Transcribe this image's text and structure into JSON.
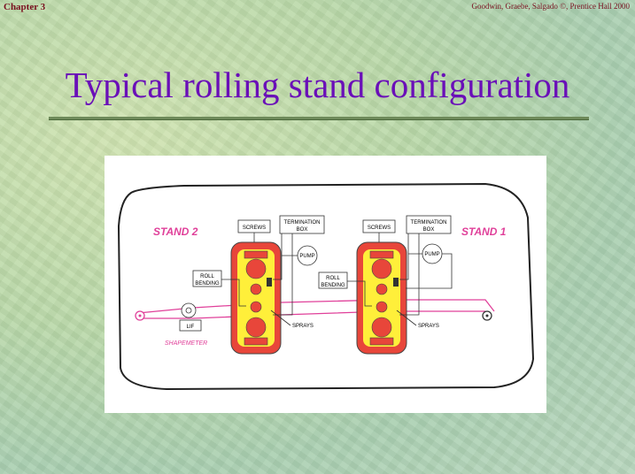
{
  "header": {
    "chapter": "Chapter 3",
    "credit": "Goodwin, Graebe, Salgado ©, Prentice Hall 2000"
  },
  "slide": {
    "title": "Typical rolling stand configuration"
  },
  "diagram": {
    "stand2_label": "STAND 2",
    "stand1_label": "STAND 1",
    "screws": "SCREWS",
    "termination_line1": "TERMINATION",
    "termination_line2": "BOX",
    "pump": "PUMP",
    "roll_line1": "ROLL",
    "roll_line2": "BENDING",
    "sprays": "SPRAYS",
    "lif": "LIF",
    "shapemeter": "SHAPEMETER"
  },
  "colors": {
    "title": "#6a0fb8",
    "stand_red": "#e8463a",
    "stand_yellow": "#ffef3a",
    "strip_pink": "#e0409a"
  }
}
